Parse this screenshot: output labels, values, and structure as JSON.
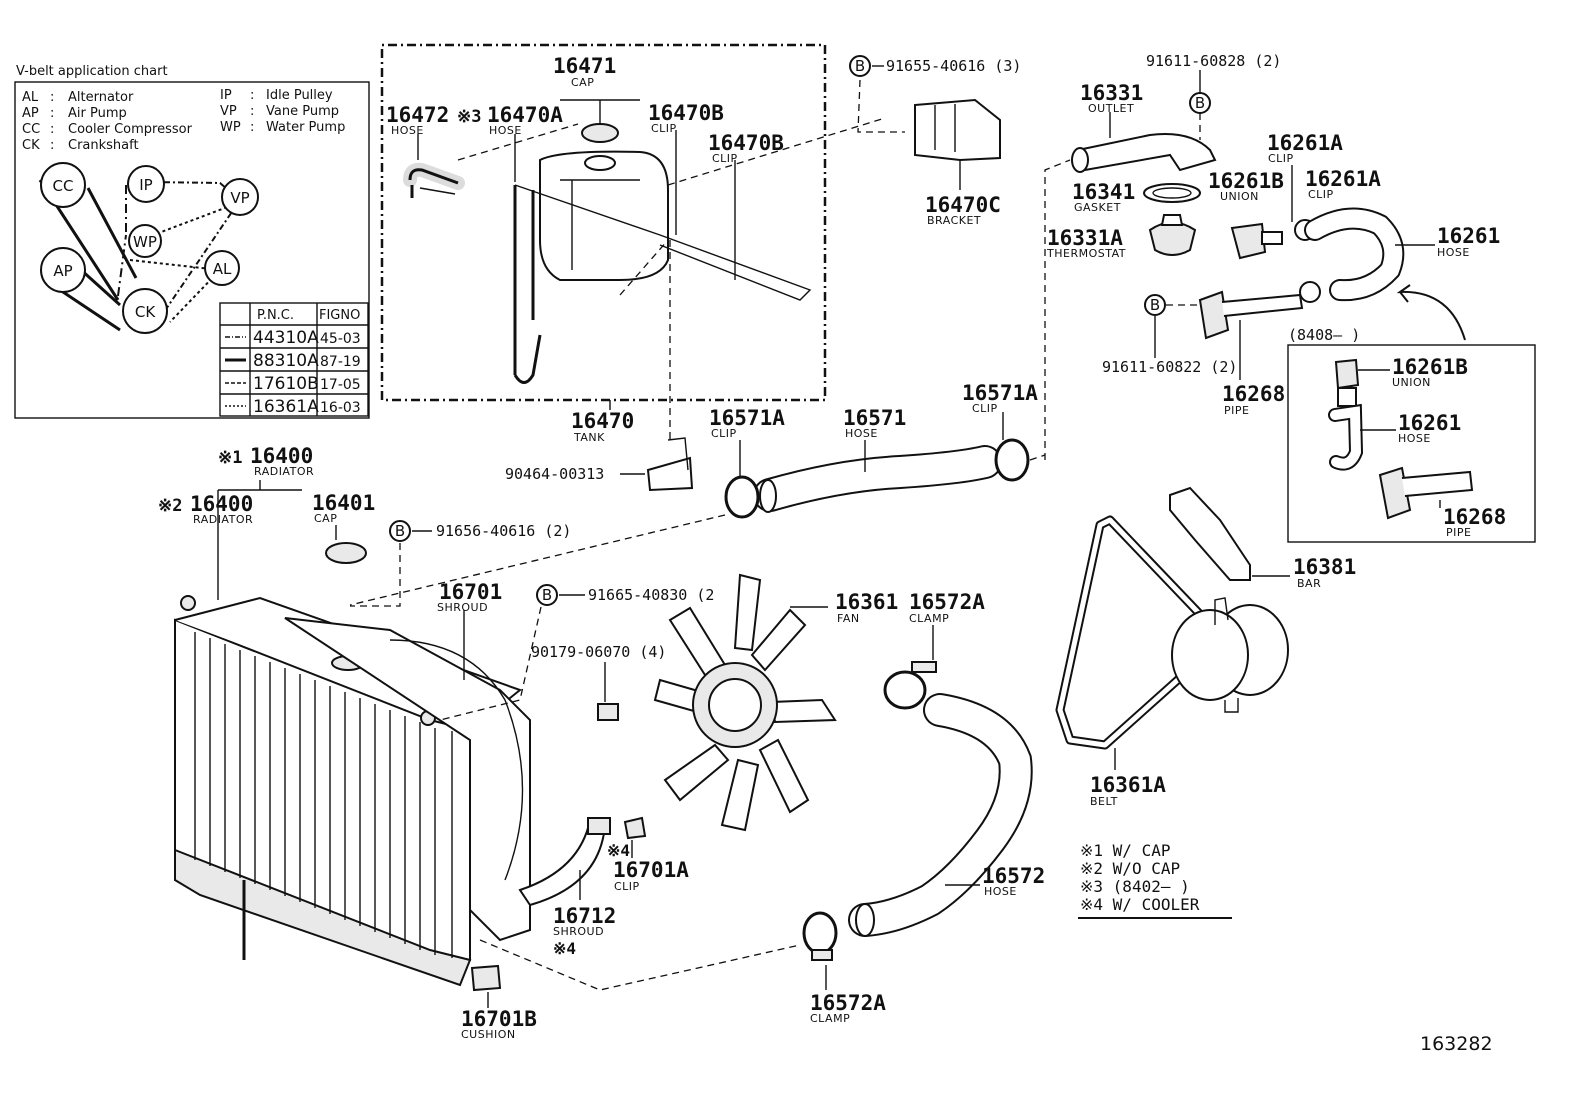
{
  "legend": {
    "title": "V-belt application chart",
    "abbreviations": [
      {
        "code": "AL",
        "name": "Alternator"
      },
      {
        "code": "AP",
        "name": "Air Pump"
      },
      {
        "code": "CC",
        "name": "Cooler Compressor"
      },
      {
        "code": "CK",
        "name": "Crankshaft"
      },
      {
        "code": "IP",
        "name": "Idle Pulley"
      },
      {
        "code": "VP",
        "name": "Vane Pump"
      },
      {
        "code": "WP",
        "name": "Water Pump"
      }
    ],
    "pulleys": [
      "CC",
      "IP",
      "VP",
      "WP",
      "AP",
      "AL",
      "CK"
    ],
    "table_headers": [
      "P.N.C.",
      "FIGNO"
    ],
    "table_rows": [
      {
        "pnc": "44310A",
        "fig": "45-03"
      },
      {
        "pnc": "88310A",
        "fig": "87-19"
      },
      {
        "pnc": "17610B",
        "fig": "17-05"
      },
      {
        "pnc": "16361A",
        "fig": "16-03"
      }
    ]
  },
  "callouts": [
    {
      "pn": "16471",
      "name": "CAP"
    },
    {
      "pn": "16472",
      "name": "HOSE",
      "mark": "※3"
    },
    {
      "pn": "16470A",
      "name": "HOSE"
    },
    {
      "pn": "16470B",
      "name": "CLIP"
    },
    {
      "pn": "16470B",
      "name": "CLIP"
    },
    {
      "pn": "16470",
      "name": "TANK"
    },
    {
      "pn": "16470C",
      "name": "BRACKET"
    },
    {
      "pn": "16331",
      "name": "OUTLET"
    },
    {
      "pn": "16341",
      "name": "GASKET"
    },
    {
      "pn": "16331A",
      "name": "THERMOSTAT"
    },
    {
      "pn": "16261B",
      "name": "UNION"
    },
    {
      "pn": "16261A",
      "name": "CLIP"
    },
    {
      "pn": "16261A",
      "name": "CLIP"
    },
    {
      "pn": "16261",
      "name": "HOSE"
    },
    {
      "pn": "16268",
      "name": "PIPE"
    },
    {
      "pn": "16261B",
      "name": "UNION"
    },
    {
      "pn": "16261",
      "name": "HOSE"
    },
    {
      "pn": "16268",
      "name": "PIPE"
    },
    {
      "pn": "16571A",
      "name": "CLIP"
    },
    {
      "pn": "16571",
      "name": "HOSE"
    },
    {
      "pn": "16571A",
      "name": "CLIP"
    },
    {
      "pn": "16400",
      "name": "RADIATOR",
      "mark": "※1"
    },
    {
      "pn": "16400",
      "name": "RADIATOR",
      "mark": "※2"
    },
    {
      "pn": "16401",
      "name": "CAP"
    },
    {
      "pn": "16701",
      "name": "SHROUD"
    },
    {
      "pn": "16361",
      "name": "FAN"
    },
    {
      "pn": "16572A",
      "name": "CLAMP"
    },
    {
      "pn": "16381",
      "name": "BAR"
    },
    {
      "pn": "16361A",
      "name": "BELT"
    },
    {
      "pn": "16701A",
      "name": "CLIP",
      "mark": "※4"
    },
    {
      "pn": "16712",
      "name": "SHROUD",
      "mark": "※4"
    },
    {
      "pn": "16572",
      "name": "HOSE"
    },
    {
      "pn": "16572A",
      "name": "CLAMP"
    },
    {
      "pn": "16701B",
      "name": "CUSHION"
    }
  ],
  "bolts": [
    {
      "code": "91655-40616 (3)",
      "circled": "B"
    },
    {
      "code": "91611-60828 (2)",
      "circled": "B"
    },
    {
      "code": "91611-60822 (2)",
      "circled": "B"
    },
    {
      "code": "91656-40616 (2)",
      "circled": "B"
    },
    {
      "code": "91665-40830 (2",
      "circled": "B"
    },
    {
      "code": "90179-06070 (4)"
    },
    {
      "code": "90464-00313"
    }
  ],
  "inset_date": "(8408—        )",
  "notes": [
    "※1 W/ CAP",
    "※2 W/O CAP",
    "※3 (8402—          )",
    "※4 W/ COOLER"
  ],
  "diagram_number": "163282"
}
